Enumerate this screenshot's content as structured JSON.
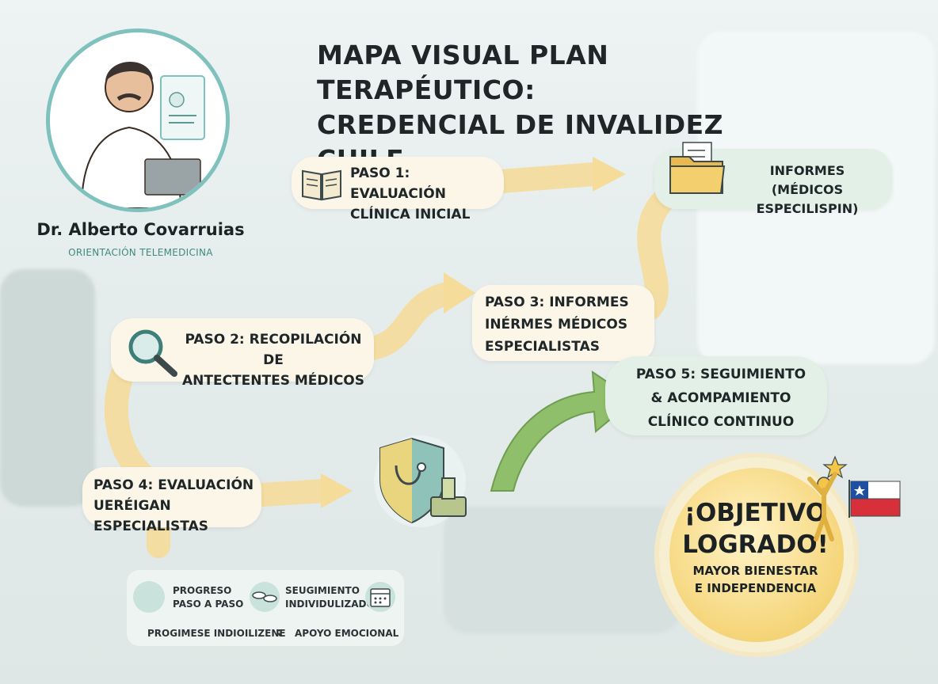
{
  "title": "MAPA VISUAL PLAN TERAPÉUTICO:\nCREDENCIAL DE INVALIDEZ CHILE",
  "doctor": {
    "name": "Dr. Alberto Covarruias",
    "role": "ORIENTACIÓN TELEMEDICINA"
  },
  "steps": [
    {
      "id": "paso-1",
      "label": "PASO 1: EVALUACIÓN\nCLÍNICA INICIAL",
      "icon": "book-icon"
    },
    {
      "id": "informes",
      "label": "INFORMES\n(MÉDICOS ESPECILISPIN)",
      "icon": "folder-icon"
    },
    {
      "id": "paso-2",
      "label": "PASO 2: RECOPILACIÓN DE\nANTECTENTES MÉDICOS",
      "icon": "magnifier-icon"
    },
    {
      "id": "paso-3",
      "label": "PASO 3: INFORMES\nINÉRMES MÉDICOS\nESPECIALISTAS",
      "icon": ""
    },
    {
      "id": "paso-4",
      "label": "PASO 4: EVALUACIÓN\nUERÉIGAN ESPECIALISTAS",
      "icon": ""
    },
    {
      "id": "paso-5",
      "label": "PASO 5: SEGUIMIENTO\n& ACOMPAMIENTO\nCLÍNICO CONTINUO",
      "icon": ""
    }
  ],
  "goal": {
    "title": "¡OBJETIVO\nLOGRADO!",
    "subtitle": "MAYOR BIENESTAR\nE INDEPENDENCIA"
  },
  "legend": {
    "item1": "PROGRESO\nPASO A PASO",
    "item2": "SEUGIMIENTO\nINDIVIDULIZADO",
    "item3": "PROGIMESE INDIOILIZENE",
    "separator": "⁏",
    "item4": "APOYO EMOCIONAL"
  },
  "colors": {
    "path": "#f5dc9a",
    "green_arrow": "#8fbf6a",
    "teal": "#7fc1bd",
    "goal": "#f6d77e"
  }
}
